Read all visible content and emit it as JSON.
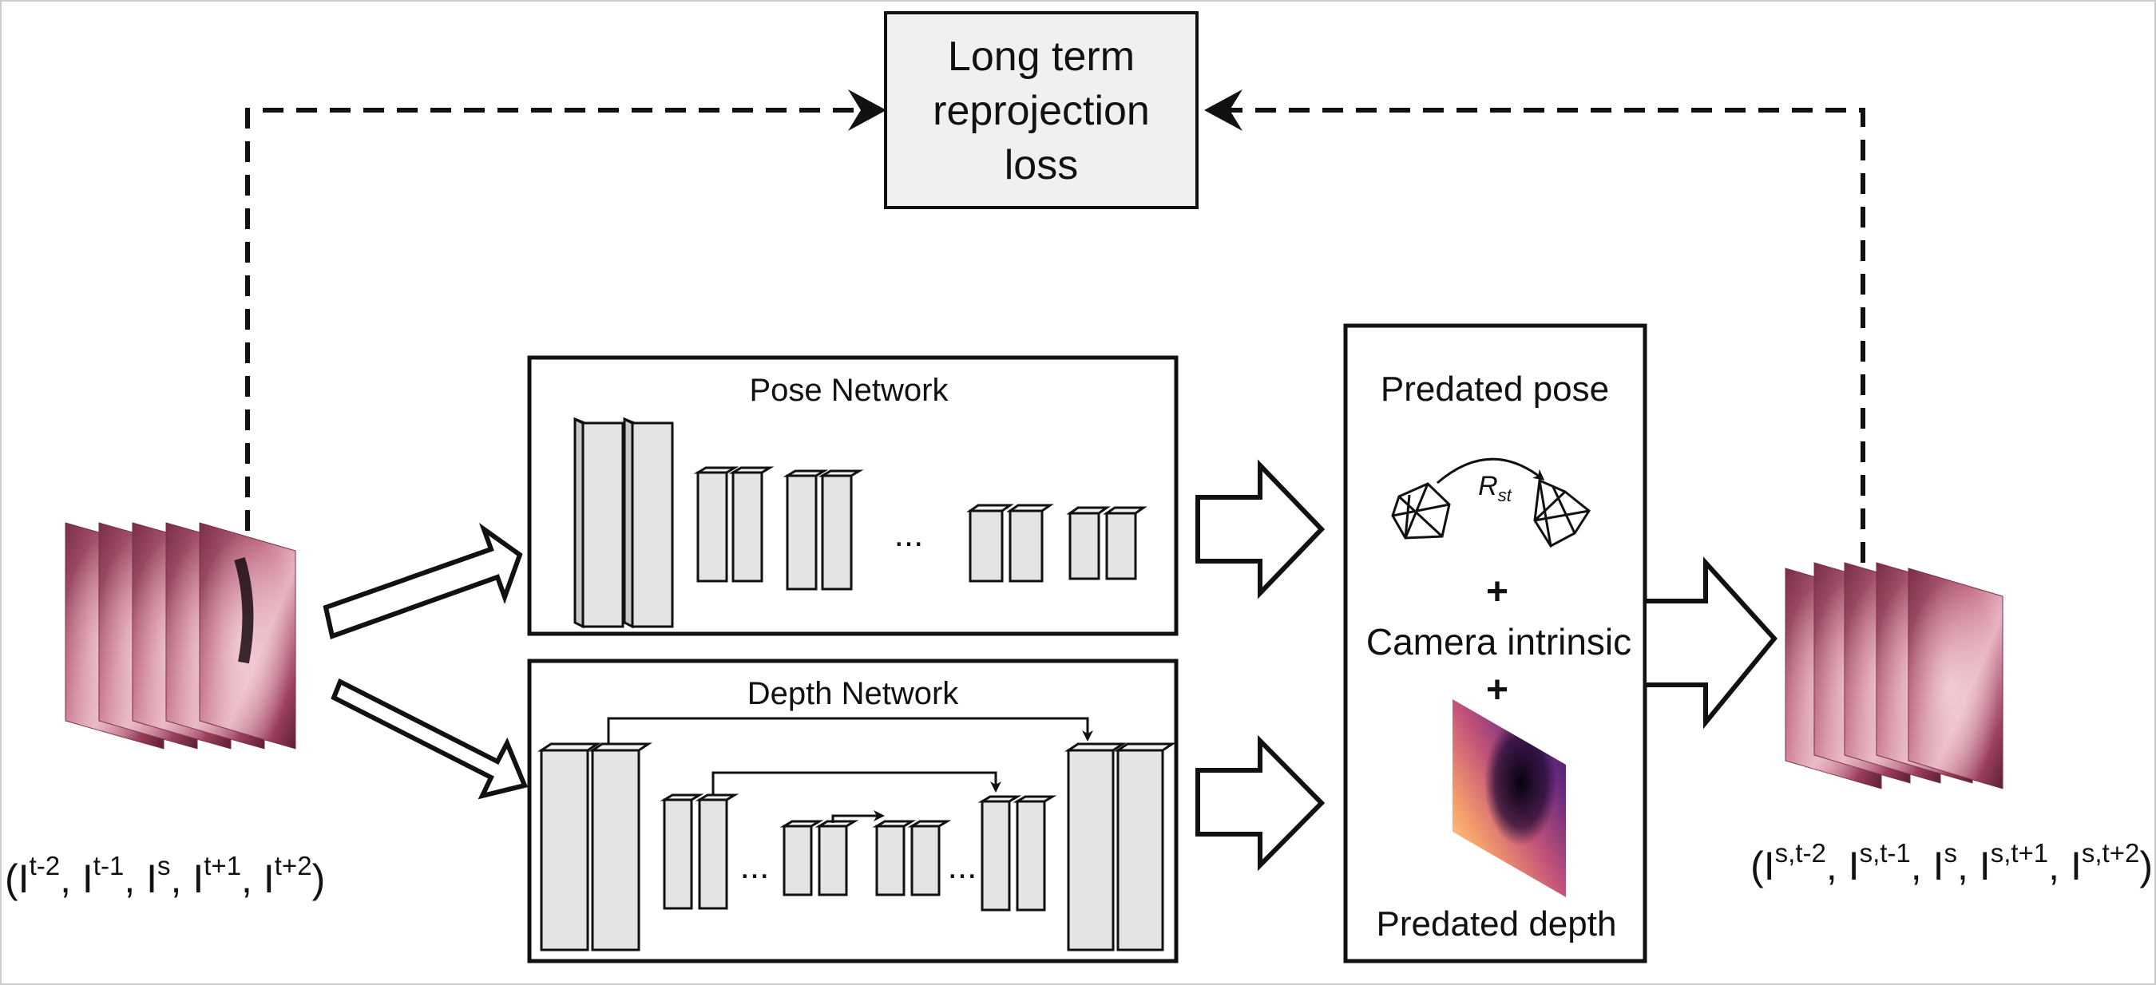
{
  "loss_box": {
    "line1": "Long term",
    "line2": "reprojection",
    "line3": "loss"
  },
  "pose_network": {
    "title": "Pose Network",
    "ellipsis": "..."
  },
  "depth_network": {
    "title": "Depth Network",
    "ellipsis_left": "...",
    "ellipsis_right": "..."
  },
  "prediction_panel": {
    "pose_title": "Predated pose",
    "rotation_symbol": "R",
    "rotation_subscript": "st",
    "plus1": "+",
    "camera_label": "Camera intrinsic",
    "plus2": "+",
    "depth_title": "Predated depth"
  },
  "input_frames": {
    "open": "(",
    "i1": "I",
    "s1": "t-2",
    "sep1": ",",
    "i2": "I",
    "s2": "t-1",
    "sep2": ",",
    "i3": "I",
    "s3": "s",
    "sep3": ",",
    "i4": "I",
    "s4": "t+1",
    "sep4": ",",
    "i5": "I",
    "s5": "t+2",
    "close": ")"
  },
  "output_frames": {
    "open": "(",
    "i1": "I",
    "s1": "s,t-2",
    "sep1": ",",
    "i2": "I",
    "s2": "s,t-1",
    "sep2": ",",
    "i3": "I",
    "s3": "s",
    "sep3": ",",
    "i4": "I",
    "s4": "s,t+1",
    "sep4": ",",
    "i5": "I",
    "s5": "s,t+2",
    "close": ")"
  },
  "colors": {
    "box_fill": "#f0f0f0",
    "stroke": "#111111",
    "layer_fill": "#e4e4e4",
    "tissue": "#a8506a"
  }
}
